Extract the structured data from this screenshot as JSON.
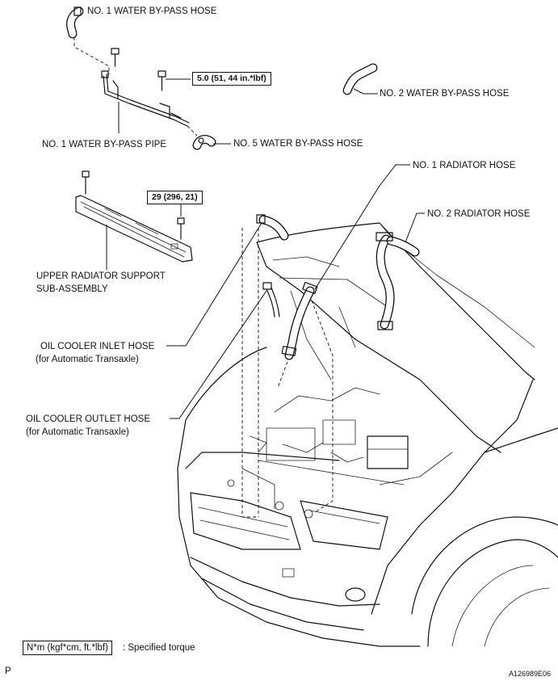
{
  "labels": {
    "no1_bypass_hose": "NO. 1 WATER BY-PASS HOSE",
    "no2_bypass_hose": "NO. 2 WATER BY-PASS HOSE",
    "no1_bypass_pipe": "NO. 1 WATER BY-PASS PIPE",
    "no5_bypass_hose": "NO. 5 WATER BY-PASS HOSE",
    "no1_radiator_hose": "NO. 1 RADIATOR HOSE",
    "no2_radiator_hose": "NO. 2 RADIATOR HOSE",
    "upper_support_line1": "UPPER RADIATOR SUPPORT",
    "upper_support_line2": "SUB-ASSEMBLY",
    "oil_inlet_line1": "OIL COOLER INLET HOSE",
    "oil_inlet_line2": "(for Automatic Transaxle)",
    "oil_outlet_line1": "OIL COOLER OUTLET HOSE",
    "oil_outlet_line2": "(for Automatic Transaxle)"
  },
  "torques": {
    "pipe_bolt": "5.0 (51, 44 in.*lbf)",
    "support_bolt": "29 (296, 21)"
  },
  "legend": {
    "unit": "N*m (kgf*cm, ft.*lbf)",
    "description": ": Specified torque"
  },
  "footer": {
    "page_code": "P",
    "figure_id": "A126989E06"
  }
}
